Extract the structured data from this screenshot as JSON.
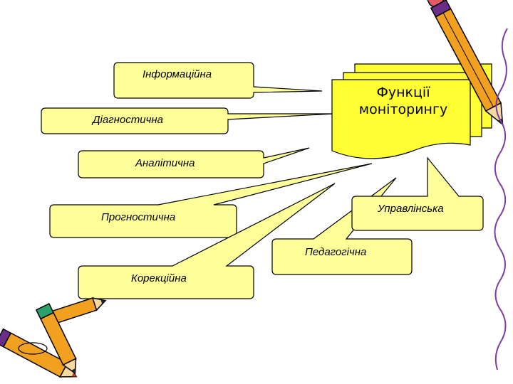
{
  "center": {
    "line1": "Функції",
    "line2": "моніторингу"
  },
  "functions": [
    {
      "label": "Інформаційна"
    },
    {
      "label": "Діагностична"
    },
    {
      "label": "Аналітична"
    },
    {
      "label": "Прогностична"
    },
    {
      "label": "Корекційна"
    },
    {
      "label": "Педагогічна"
    },
    {
      "label": "Управлінська"
    }
  ],
  "colors": {
    "box_fill": "#ffff99",
    "center_fill": "#ffff33",
    "stroke": "#000000",
    "pencil_orange": "#f2a020",
    "pencil_purple": "#6a2d8a"
  },
  "icons": [
    "pencil-icon",
    "pencils-bundle-icon",
    "wavy-border"
  ]
}
